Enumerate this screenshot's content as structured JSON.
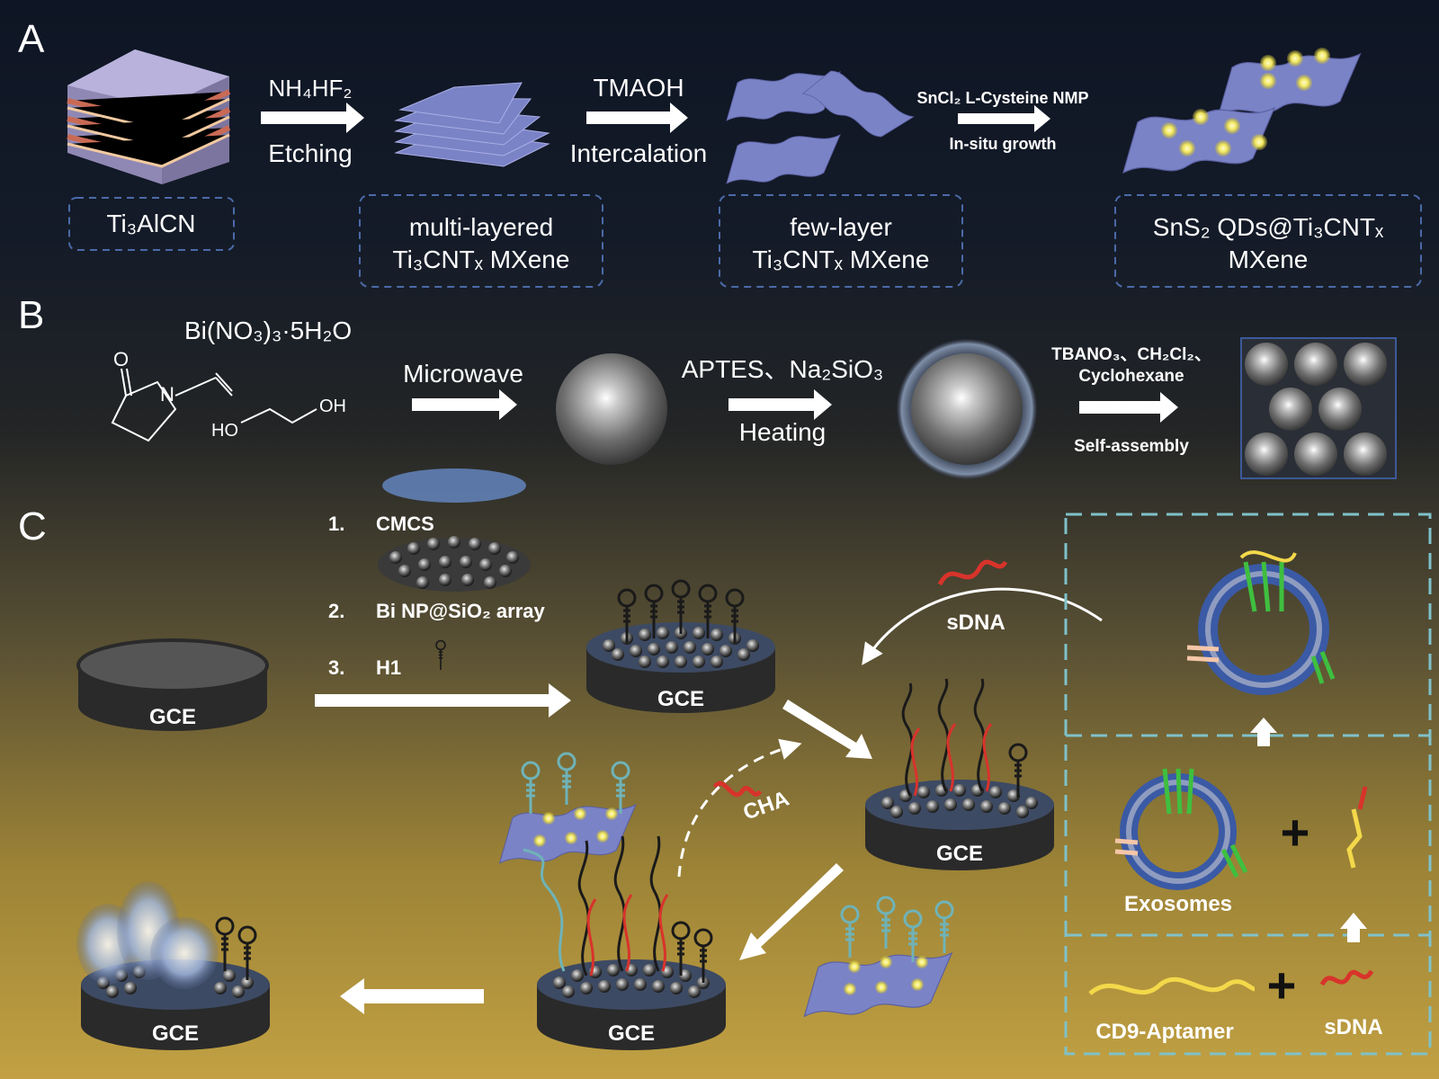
{
  "panels": {
    "a": "A",
    "b": "B",
    "c": "C"
  },
  "panel_a": {
    "arrow1_top": "NH₄HF₂",
    "arrow1_bottom": "Etching",
    "arrow2_top": "TMAOH",
    "arrow2_bottom": "Intercalation",
    "arrow3_top": "SnCl₂ L-Cysteine NMP",
    "arrow3_bottom": "In-situ growth",
    "box1": "Ti₃AlCN",
    "box2_line1": "multi-layered",
    "box2_line2": "Ti₃CNTₓ MXene",
    "box3_line1": "few-layer",
    "box3_line2": "Ti₃CNTₓ MXene",
    "box4_line1": "SnS₂ QDs@Ti₃CNTₓ",
    "box4_line2": "MXene"
  },
  "panel_b": {
    "reagent": "Bi(NO₃)₃·5H₂O",
    "ho_label": "HO",
    "oh_label": "OH",
    "o_label": "O",
    "n_label": "N",
    "arrow1_top": "Microwave",
    "arrow2_top": "APTES、Na₂SiO₃",
    "arrow2_bottom": "Heating",
    "arrow3_top_line1": "TBANO₃、CH₂Cl₂、",
    "arrow3_top_line2": "Cyclohexane",
    "arrow3_bottom": "Self-assembly"
  },
  "panel_c": {
    "step1_num": "1.",
    "step1": "CMCS",
    "step2_num": "2.",
    "step2": "Bi NP@SiO₂ array",
    "step3_num": "3.",
    "step3": "H1",
    "electrode": "GCE",
    "sdna_top": "sDNA",
    "cha": "CHA",
    "exosomes": "Exosomes",
    "plus": "+",
    "cd9_aptamer": "CD9-Aptamer",
    "sdna_bottom": "sDNA"
  },
  "colors": {
    "dna_red": "#d8332b",
    "dna_black": "#1a1a1a",
    "hairpin_teal": "#6fb3b8",
    "mxene_sheet": "#7b83c7",
    "aptamer_yellow": "#f3d84a",
    "protein_green": "#3fbf3f",
    "dashed_box": "#7fc1c9",
    "panel_a_box": "#4b6aa8"
  }
}
